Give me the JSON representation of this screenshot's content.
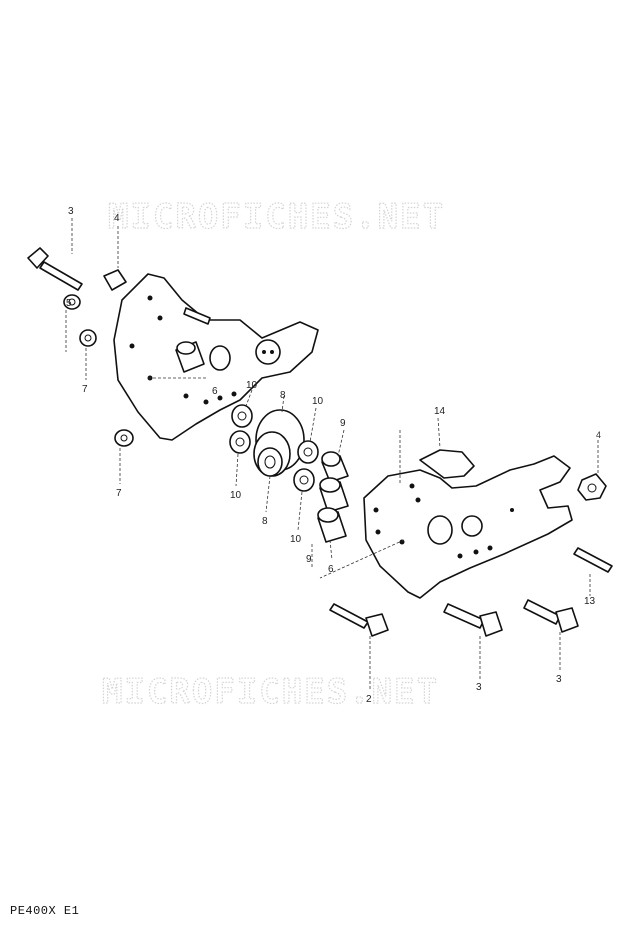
{
  "watermark": {
    "text": "MICROFICHES.NET"
  },
  "callouts": {
    "top_left_3": "3",
    "top_left_4": "4",
    "left_5": "5",
    "left_7a": "7",
    "left_7b": "7",
    "washer_10_top": "10",
    "washer_10_bottom": "10",
    "bushing_6_left": "6",
    "pulley_8_top": "8",
    "pulley_8_bottom": "8",
    "washer_10_right_top": "10",
    "washer_10_right_bottom": "10",
    "bushing_9_top": "9",
    "bushing_9_bottom": "9",
    "bushing_6_right": "6",
    "plate_14": "14",
    "right_4": "4",
    "right_13": "13",
    "bottom_2": "2",
    "bottom_3a": "3",
    "bottom_3b": "3"
  },
  "footer": {
    "model_code": "PE400X E1"
  }
}
